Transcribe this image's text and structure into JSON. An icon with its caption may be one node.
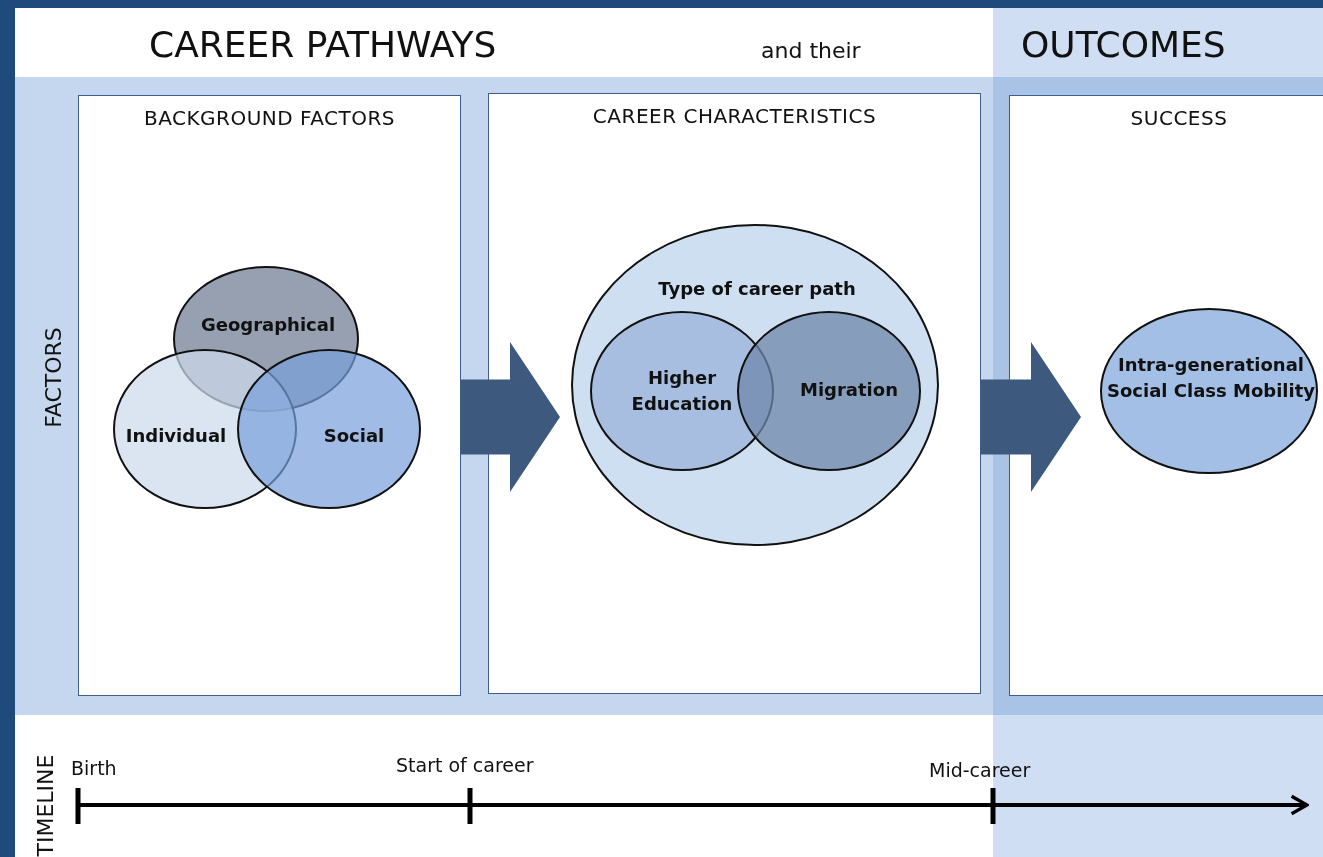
{
  "diagram": {
    "nodes": [
      {
        "text": [
          "BACKGROUND FACTORS"
        ]
      },
      {
        "text": [
          "Geographical"
        ],
        "in": 0
      },
      {
        "text": [
          "Individual"
        ],
        "in": 0
      },
      {
        "text": [
          "Social"
        ],
        "in": 0
      },
      {
        "text": [
          "CAREER CHARACTERISTICS"
        ]
      },
      {
        "text": [
          "Type of career path"
        ],
        "in": 4
      },
      {
        "text": [
          "Higher Education"
        ],
        "in": 5
      },
      {
        "text": [
          "Migration"
        ],
        "in": 5
      },
      {
        "text": [
          "SUCCESS"
        ]
      },
      {
        "text": [
          "Intra-generational Social Class Mobility"
        ],
        "in": 8
      }
    ],
    "edges": [
      {
        "from": 0,
        "to": 4,
        "arrow": "to"
      },
      {
        "from": 4,
        "to": 8,
        "arrow": "to"
      }
    ],
    "labels": [
      "CAREER PATHWAYS",
      "and their",
      "OUTCOMES",
      "FACTORS",
      "TIMELINE",
      "Birth",
      "Start of career",
      "Mid-career"
    ]
  }
}
